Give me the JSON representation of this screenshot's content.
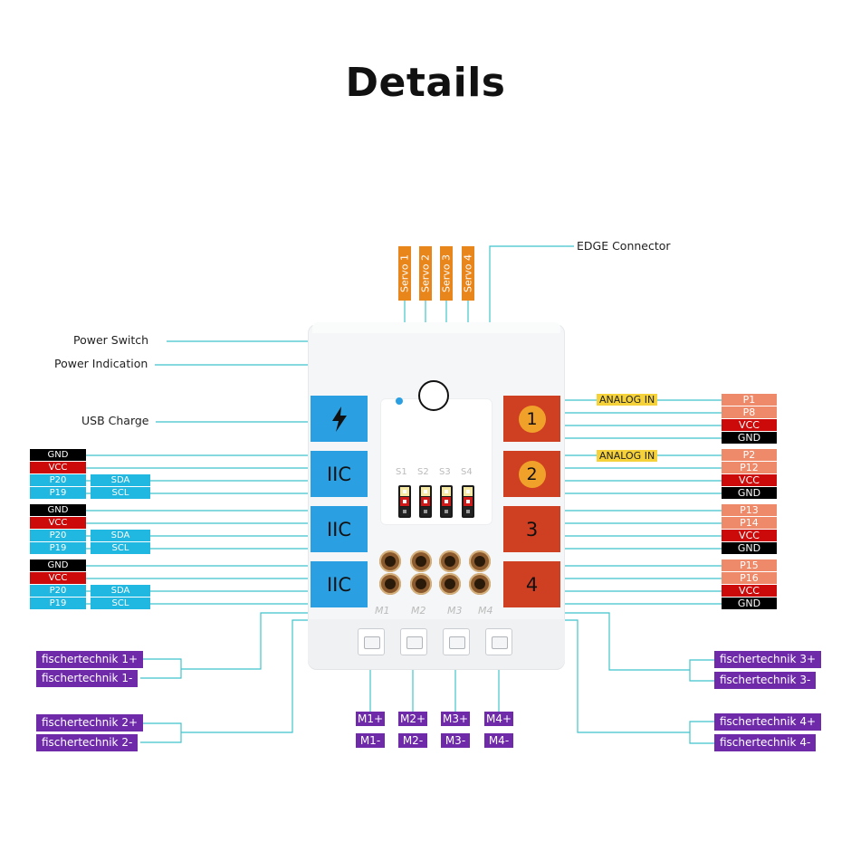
{
  "title": "Details",
  "colors": {
    "accent_line": "#3fc4cc",
    "blue_port": "#2aa0e3",
    "red_port": "#cf3f22",
    "orange_badge": "#f0a12a",
    "servo_orange": "#e8861c",
    "purple": "#6e2aa8",
    "analog_yellow": "#f5d13a",
    "gnd": "#000000",
    "vcc": "#cc0a0a",
    "pin_salmon": "#ee8a6a",
    "pin_cyan": "#20b7e0"
  },
  "callouts": {
    "edge_connector": "EDGE Connector",
    "power_switch": "Power Switch",
    "power_indication": "Power Indication",
    "usb_charge": "USB Charge"
  },
  "servos": [
    "Servo 1",
    "Servo 2",
    "Servo 3",
    "Servo 4"
  ],
  "servo_board_labels": [
    "S1",
    "S2",
    "S3",
    "S4"
  ],
  "usb_icon": "lightning-bolt-icon",
  "iic_label": "IIC",
  "iic_groups": [
    {
      "pins": [
        "GND",
        "VCC",
        "P20",
        "P19"
      ],
      "bus": [
        "SDA",
        "SCL"
      ]
    },
    {
      "pins": [
        "GND",
        "VCC",
        "P20",
        "P19"
      ],
      "bus": [
        "SDA",
        "SCL"
      ]
    },
    {
      "pins": [
        "GND",
        "VCC",
        "P20",
        "P19"
      ],
      "bus": [
        "SDA",
        "SCL"
      ]
    }
  ],
  "analog_in": "ANALOG IN",
  "right_ports": [
    {
      "num": "1",
      "pins": [
        "P1",
        "P8",
        "VCC",
        "GND"
      ]
    },
    {
      "num": "2",
      "pins": [
        "P2",
        "P12",
        "VCC",
        "GND"
      ]
    },
    {
      "num": "3",
      "pins": [
        "P13",
        "P14",
        "VCC",
        "GND"
      ]
    },
    {
      "num": "4",
      "pins": [
        "P15",
        "P16",
        "VCC",
        "GND"
      ]
    }
  ],
  "motor_board_labels": [
    "M1",
    "M2",
    "M3",
    "M4"
  ],
  "motor_pins_plus": [
    "M1+",
    "M2+",
    "M3+",
    "M4+"
  ],
  "motor_pins_minus": [
    "M1-",
    "M2-",
    "M3-",
    "M4-"
  ],
  "fischertechnik": {
    "left": [
      "fischertechnik 1+",
      "fischertechnik 1-",
      "fischertechnik 2+",
      "fischertechnik 2-"
    ],
    "right": [
      "fischertechnik 3+",
      "fischertechnik 3-",
      "fischertechnik 4+",
      "fischertechnik 4-"
    ]
  }
}
